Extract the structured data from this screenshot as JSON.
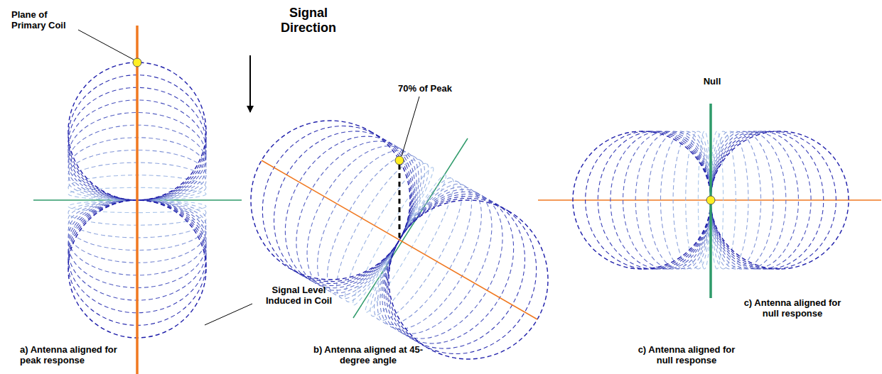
{
  "diagram": {
    "labels": [
      "Signal Direction",
      "Plane of Primary Coil",
      "70% of Peak",
      "Null",
      "Signal Level Induced in Coil",
      "a) Antenna aligned for peak response",
      "b) Antenna aligned at 45-degree angle",
      "c) Antenna aligned for null response",
      "c) Antenna aligned for null response"
    ]
  }
}
